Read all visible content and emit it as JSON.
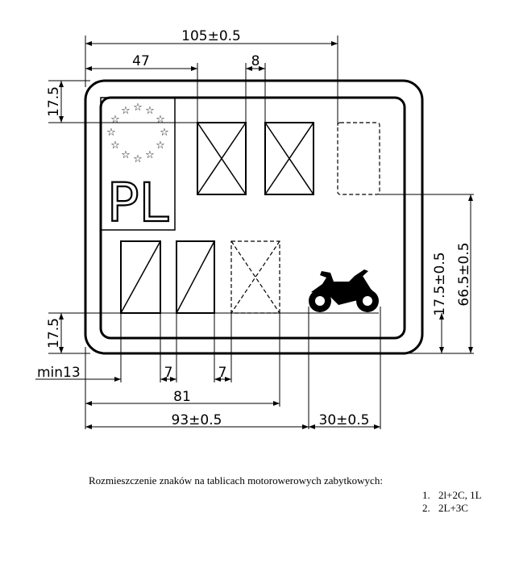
{
  "dimensions": {
    "overall_width": "105±0.5",
    "flag_width": "47",
    "gap_top": "8",
    "top_margin": "17.5",
    "bottom_margin": "17.5",
    "min_margin": "min13",
    "gap_7a": "7",
    "gap_7b": "7",
    "bottom_chars_width": "81",
    "left_area_width": "93±0.5",
    "symbol_width": "30±0.5",
    "symbol_height": "17.5±0.5",
    "plate_height": "66.5±0.5"
  },
  "plate": {
    "country_code": "PL"
  },
  "caption": "Rozmieszczenie znaków na tablicach motorowerowych zabytkowych:",
  "options": [
    {
      "num": "1.",
      "text": "2l+2C, 1L"
    },
    {
      "num": "2.",
      "text": "2L+3C"
    }
  ]
}
